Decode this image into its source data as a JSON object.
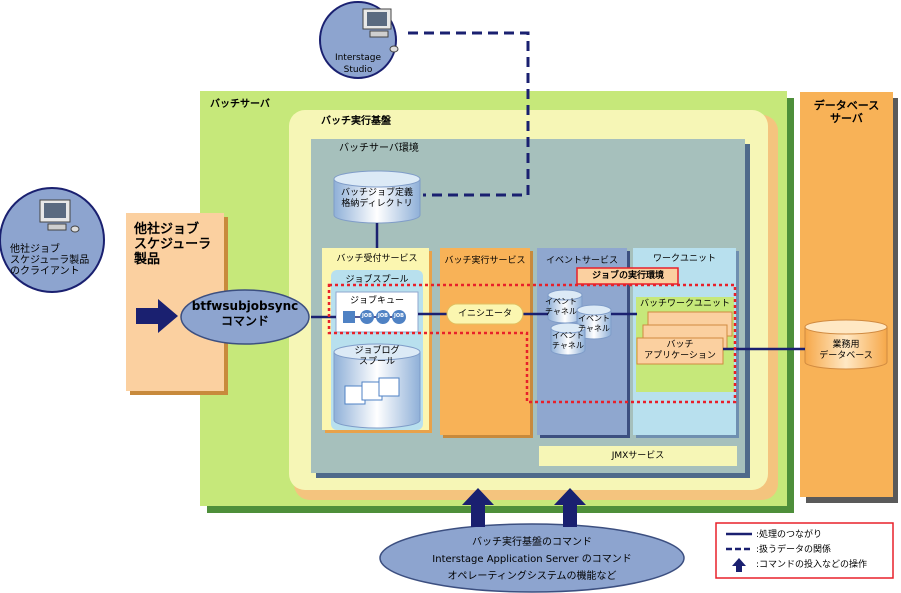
{
  "studio": {
    "label_line1": "Interstage",
    "label_line2": "Studio"
  },
  "client": {
    "line1": "他社ジョブ",
    "line2": "スケジューラ製品",
    "line3": "のクライアント"
  },
  "scheduler": {
    "line1": "他社ジョブ",
    "line2": "スケジューラ",
    "line3": "製品"
  },
  "command": {
    "line1": "btfwsubjobsync",
    "line2": "コマンド"
  },
  "batch_server": {
    "title": "バッチサーバ"
  },
  "batch_platform": {
    "title": "バッチ実行基盤"
  },
  "batch_env": {
    "title": "バッチサーバ環境"
  },
  "directory": {
    "line1": "バッチジョブ定義",
    "line2": "格納ディレクトリ"
  },
  "receive_service": {
    "title": "バッチ受付サービス",
    "spool": "ジョブスプール",
    "queue": "ジョブキュー",
    "job": "JOB",
    "log_line1": "ジョブログ",
    "log_line2": "スプール"
  },
  "exec_service": {
    "title": "バッチ実行サービス",
    "initiator": "イニシエータ"
  },
  "event_service": {
    "title": "イベントサービス",
    "channel_a1": "イベント",
    "channel_a2": "チャネル",
    "channel_b1": "イベント",
    "channel_b2": "チャネル",
    "channel_c1": "イベント",
    "channel_c2": "チャネル"
  },
  "work_unit": {
    "title": "ワークユニット",
    "batch_work_unit": "バッチワークユニット",
    "app_line1": "バッチ",
    "app_line2": "アプリケーション"
  },
  "job_env": {
    "label": "ジョブの実行環境"
  },
  "jmx": {
    "label": "JMXサービス"
  },
  "db_server": {
    "line1": "データベース",
    "line2": "サーバ"
  },
  "business_db": {
    "line1": "業務用",
    "line2": "データベース"
  },
  "bottom": {
    "line1": "バッチ実行基盤のコマンド",
    "line2": "Interstage Application Server のコマンド",
    "line3": "オペレーティングシステムの機能など"
  },
  "legend": {
    "solid": ":処理のつながり",
    "dashed": ":扱うデータの関係",
    "arrow": ":コマンドの投入などの操作"
  },
  "colors": {
    "green_outer": "#c6e87a",
    "yellow": "#f6f6b6",
    "slate": "#a6c0bc",
    "orange": "#f8b257",
    "blue_box": "#8fa7cf",
    "light_blue": "#b8e0ee",
    "ellipse": "#8da4cf",
    "navy": "#1a2070",
    "red": "#e8202a"
  }
}
